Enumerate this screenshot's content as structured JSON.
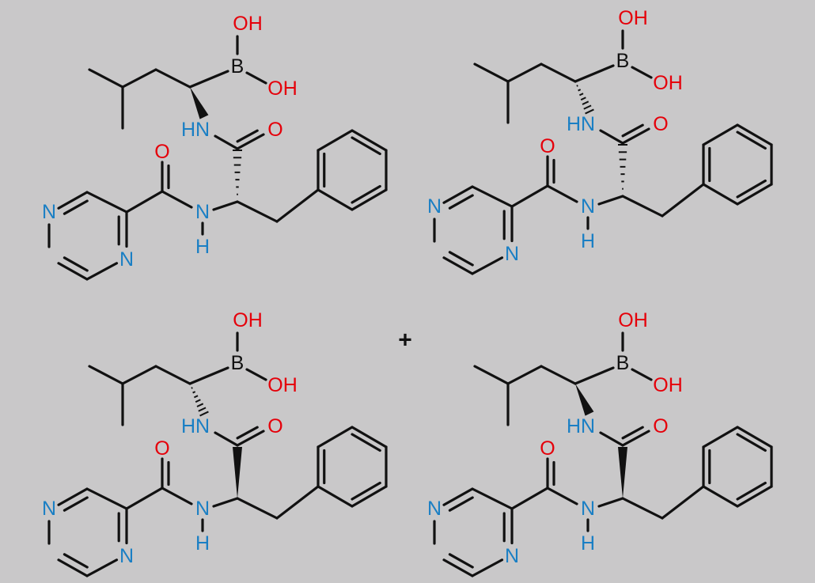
{
  "title": "Bortezomib stereoisomer mixture",
  "colors": {
    "background": "#c9c8c9",
    "bond": "#111111",
    "oxygen": "#e5000a",
    "nitrogen": "#1a7fc4",
    "boron": "#111111"
  },
  "atom_labels": {
    "hydroxyl": "OH",
    "boron": "B",
    "amide_nh": "HN",
    "oxygen": "O",
    "nitrogen": "N",
    "hydrogen": "H"
  },
  "plus_sign": "+",
  "molecules": [
    {
      "name": "isomer-top-left",
      "stereo_boron_carbon": "wedge",
      "stereo_alpha_carbon": "hash"
    },
    {
      "name": "isomer-top-right",
      "stereo_boron_carbon": "hash",
      "stereo_alpha_carbon": "hash"
    },
    {
      "name": "isomer-bottom-left",
      "stereo_boron_carbon": "hash",
      "stereo_alpha_carbon": "wedge"
    },
    {
      "name": "isomer-bottom-right",
      "stereo_boron_carbon": "wedge",
      "stereo_alpha_carbon": "wedge"
    }
  ]
}
